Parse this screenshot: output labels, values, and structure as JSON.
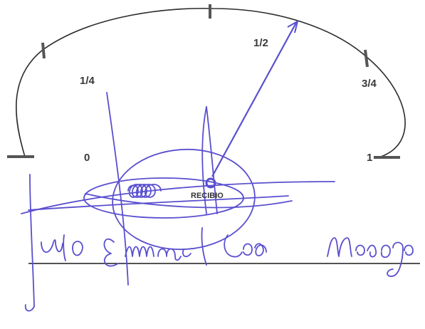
{
  "gauge": {
    "labels": {
      "zero": "0",
      "quarter": "1/4",
      "half": "1/2",
      "three_quarter": "3/4",
      "one": "1"
    },
    "value": 0.55,
    "colors": {
      "arc": "#2b2b2b",
      "ticks": "#555555",
      "needle": "#5a4fcf"
    }
  },
  "signature": {
    "stamp_text": "RECIBIO",
    "handwritten_name": "Julio Emmanuel Lara Marega",
    "ink_color": "#5a4fcf",
    "baseline_color": "#1a1a1a"
  }
}
